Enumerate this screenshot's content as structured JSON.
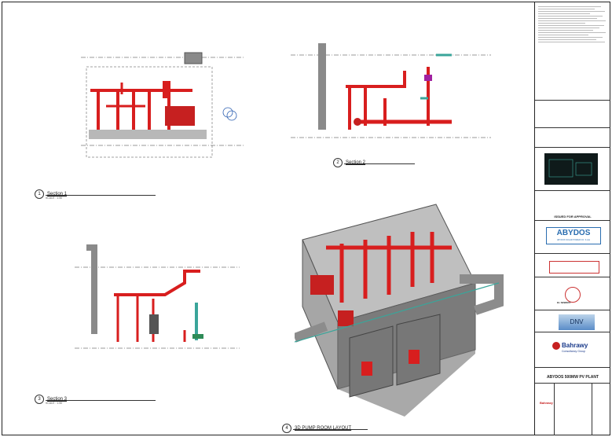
{
  "views": {
    "section1": {
      "number": "1",
      "title": "Section 1",
      "scale": "SCALE : 1:50"
    },
    "section2": {
      "number": "2",
      "title": "Section 2"
    },
    "section3": {
      "number": "3",
      "title": "Section 3",
      "scale": "SCALE : 1:50"
    },
    "layout3d": {
      "number": "4",
      "title": "3D PUMP ROOM LAYOUT"
    }
  },
  "title_block": {
    "status": "ISSUED FOR APPROVAL",
    "client_logo": "ABYDOS",
    "client_sub": "ABYDOS SOLAR POWER CO. S.A.E",
    "contractor_logo": "EL SEWEDY",
    "dnv_logo": "DNV",
    "consultant_name": "Bahrawy",
    "consultant_sub": "Consultancy Group",
    "project": "ABYDOS 500MW PV PLANT",
    "consultant_small": "Bahrawy"
  },
  "colors": {
    "pipe_red": "#d81e1e",
    "concrete_gray": "#8a8a8a",
    "teal": "#3aa59a"
  }
}
